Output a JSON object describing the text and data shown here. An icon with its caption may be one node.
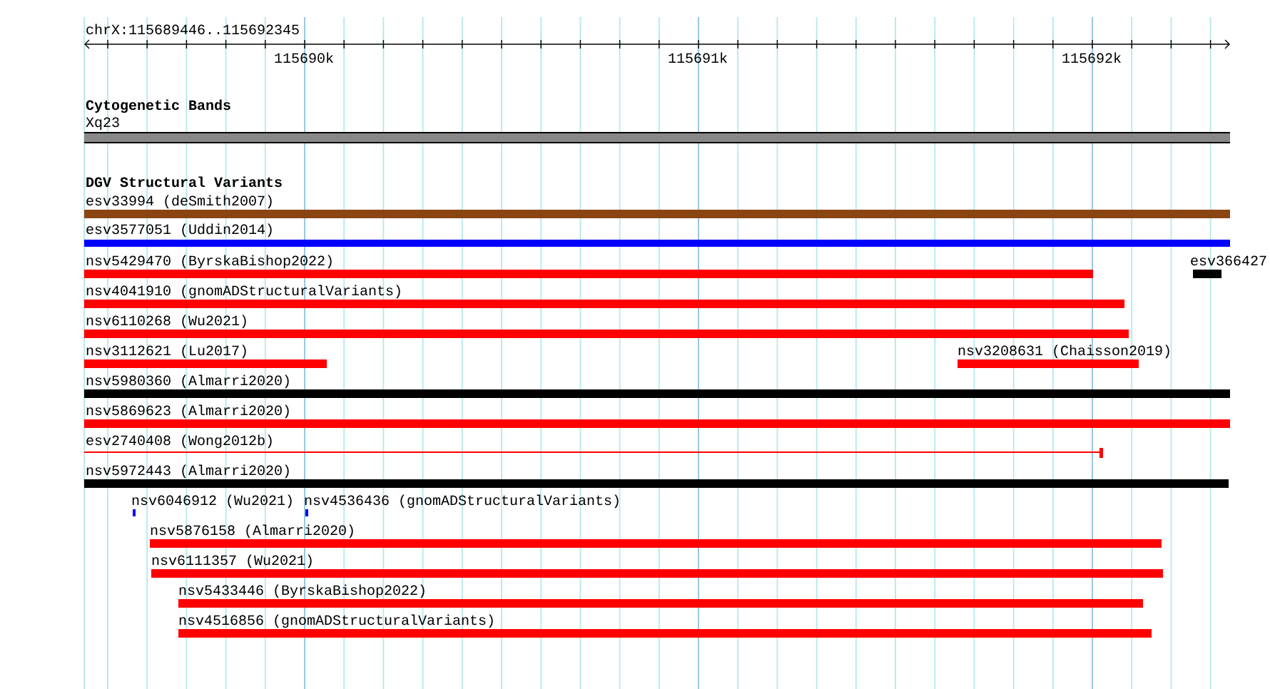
{
  "diagram": {
    "nodes": [
      {
        "text": [
          "Xq23"
        ]
      },
      {
        "text": [
          "esv33994 (deSmith2007)"
        ]
      },
      {
        "text": [
          "esv3577051 (Uddin2014)"
        ]
      },
      {
        "text": [
          "nsv5429470 (ByrskaBishop2022)"
        ]
      },
      {
        "text": [
          "esv366427"
        ]
      },
      {
        "text": [
          "nsv4041910 (gnomADStructuralVariants)"
        ]
      },
      {
        "text": [
          "nsv6110268 (Wu2021)"
        ]
      },
      {
        "text": [
          "nsv3112621 (Lu2017)"
        ]
      },
      {
        "text": [
          "nsv3208631 (Chaisson2019)"
        ]
      },
      {
        "text": [
          "nsv5980360 (Almarri2020)"
        ]
      },
      {
        "text": [
          "nsv5869623 (Almarri2020)"
        ]
      },
      {
        "text": [
          "esv2740408 (Wong2012b)"
        ]
      },
      {
        "text": [
          "nsv5972443 (Almarri2020)"
        ]
      },
      {
        "text": [
          "nsv6046912 (Wu2021)"
        ]
      },
      {
        "text": [
          "nsv4536436 (gnomADStructuralVariants)"
        ]
      },
      {
        "text": [
          "nsv5876158 (Almarri2020)"
        ]
      },
      {
        "text": [
          "nsv6111357 (Wu2021)"
        ]
      },
      {
        "text": [
          "nsv5433446 (ByrskaBishop2022)"
        ]
      },
      {
        "text": [
          "nsv4516856 (gnomADStructuralVariants)"
        ]
      }
    ],
    "labels": [
      "chrX:115689446..115692345",
      "115690k",
      "115691k",
      "115692k",
      "Cytogenetic Bands",
      "DGV Structural Variants"
    ]
  }
}
